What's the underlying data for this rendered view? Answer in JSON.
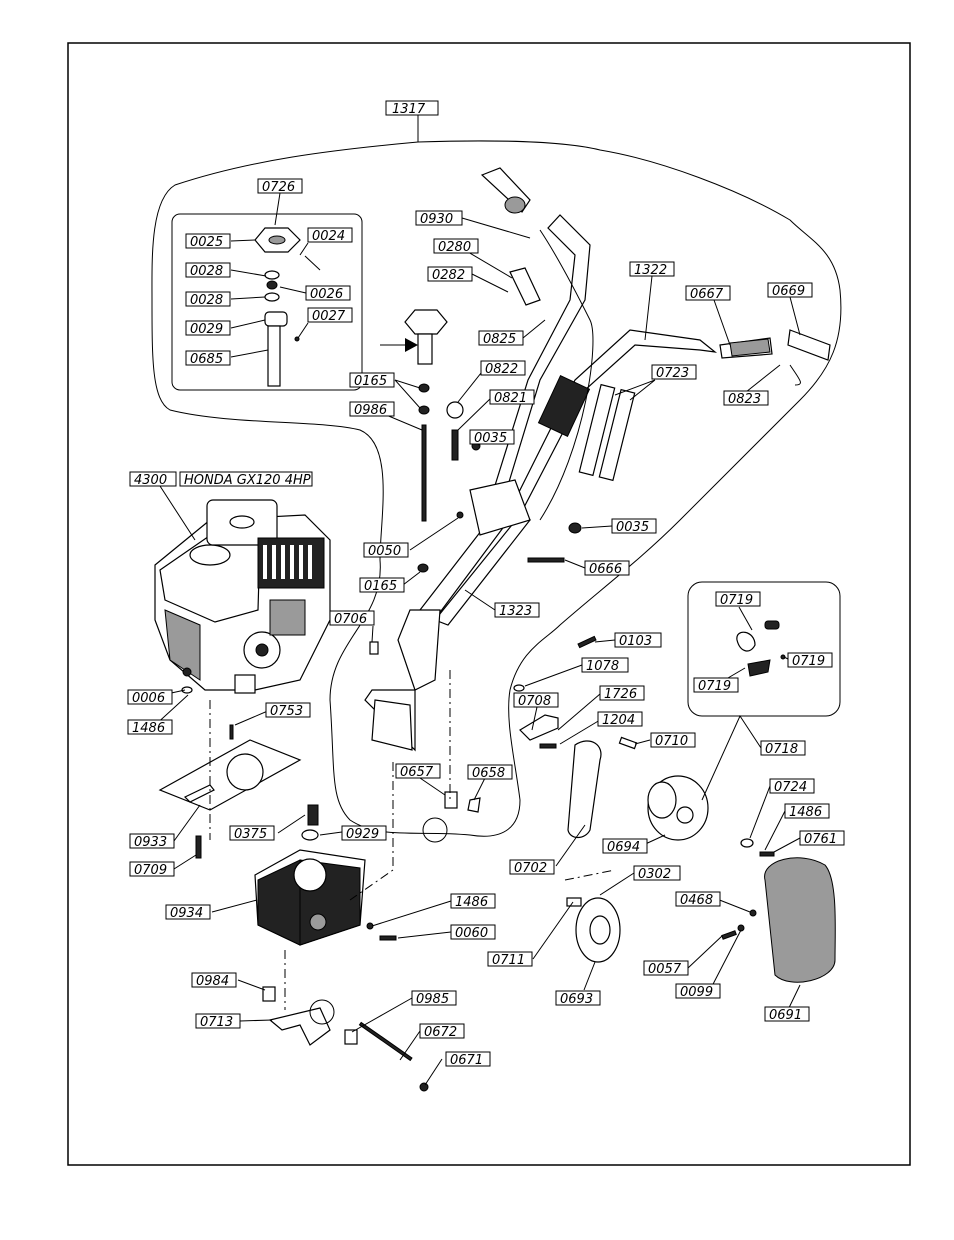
{
  "labels": {
    "l1317": "1317",
    "l0726": "0726",
    "l0025": "0025",
    "l0024": "0024",
    "l0028a": "0028",
    "l0026": "0026",
    "l0028b": "0028",
    "l0029": "0029",
    "l0027": "0027",
    "l0685": "0685",
    "l0930": "0930",
    "l0280": "0280",
    "l0282": "0282",
    "l0825": "0825",
    "l1322": "1322",
    "l0667": "0667",
    "l0669": "0669",
    "l0823": "0823",
    "l0165a": "0165",
    "l0822": "0822",
    "l0723": "0723",
    "l0986": "0986",
    "l0821": "0821",
    "l0035a": "0035",
    "l4300": "4300",
    "l4300desc": "HONDA GX120 4HP",
    "l0035b": "0035",
    "l0050": "0050",
    "l0666": "0666",
    "l0165b": "0165",
    "l1323": "1323",
    "l0719a": "0719",
    "l0719b": "0719",
    "l0719c": "0719",
    "l0706": "0706",
    "l0103": "0103",
    "l1078": "1078",
    "l0006": "0006",
    "l1726": "1726",
    "l0708": "0708",
    "l1486a": "1486",
    "l1204": "1204",
    "l0753": "0753",
    "l0710": "0710",
    "l0718": "0718",
    "l0657": "0657",
    "l0658": "0658",
    "l0724": "0724",
    "l1486b": "1486",
    "l0375": "0375",
    "l0929": "0929",
    "l0761": "0761",
    "l0933": "0933",
    "l0694": "0694",
    "l0709": "0709",
    "l0702": "0702",
    "l0302": "0302",
    "l0934": "0934",
    "l0468": "0468",
    "l1486c": "1486",
    "l0060": "0060",
    "l0711": "0711",
    "l0057": "0057",
    "l0984": "0984",
    "l0099": "0099",
    "l0693": "0693",
    "l0985": "0985",
    "l0713": "0713",
    "l0691": "0691",
    "l0672": "0672",
    "l0671": "0671"
  }
}
